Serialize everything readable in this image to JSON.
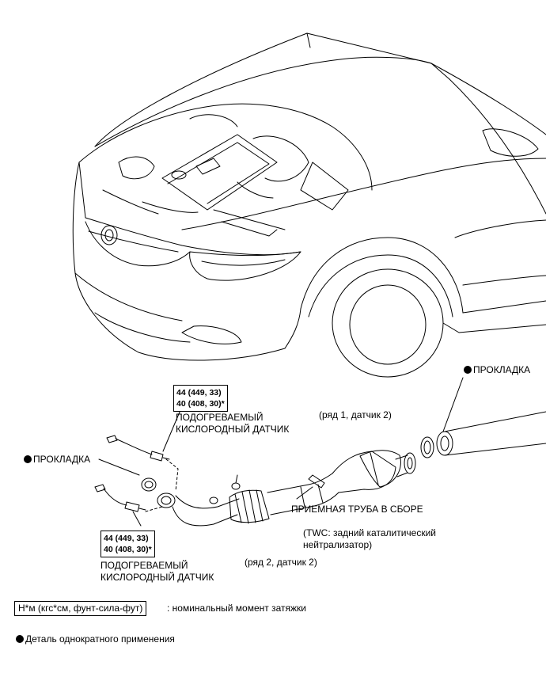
{
  "labels": {
    "gasket_top": "ПРОКЛАДКА",
    "gasket_left": "ПРОКЛАДКА",
    "sensor1_line1": "ПОДОГРЕВАЕМЫЙ",
    "sensor1_line2": "КИСЛОРОДНЫЙ ДАТЧИК",
    "sensor1_position": "(ряд 1, датчик 2)",
    "sensor2_line1": "ПОДОГРЕВАЕМЫЙ",
    "sensor2_line2": "КИСЛОРОДНЫЙ ДАТЧИК",
    "sensor2_position": "(ряд 2, датчик 2)",
    "pipe_name": "ПРИЕМНАЯ ТРУБА В СБОРЕ",
    "pipe_note_line1": "(TWC: задний каталитический",
    "pipe_note_line2": "нейтрализатор)"
  },
  "torque": {
    "sensor1": {
      "line1": "44 (449, 33)",
      "line2": "40 (408, 30)*"
    },
    "sensor2": {
      "line1": "44 (449, 33)",
      "line2": "40 (408, 30)*"
    }
  },
  "legend": {
    "unit_box": "Н*м (кгс*см, фунт-сила-фут)",
    "unit_desc": ": номинальный момент затяжки",
    "nonreusable": "Деталь однократного применения"
  },
  "icons": {
    "nonreusable_marker": "filled-circle-icon"
  }
}
